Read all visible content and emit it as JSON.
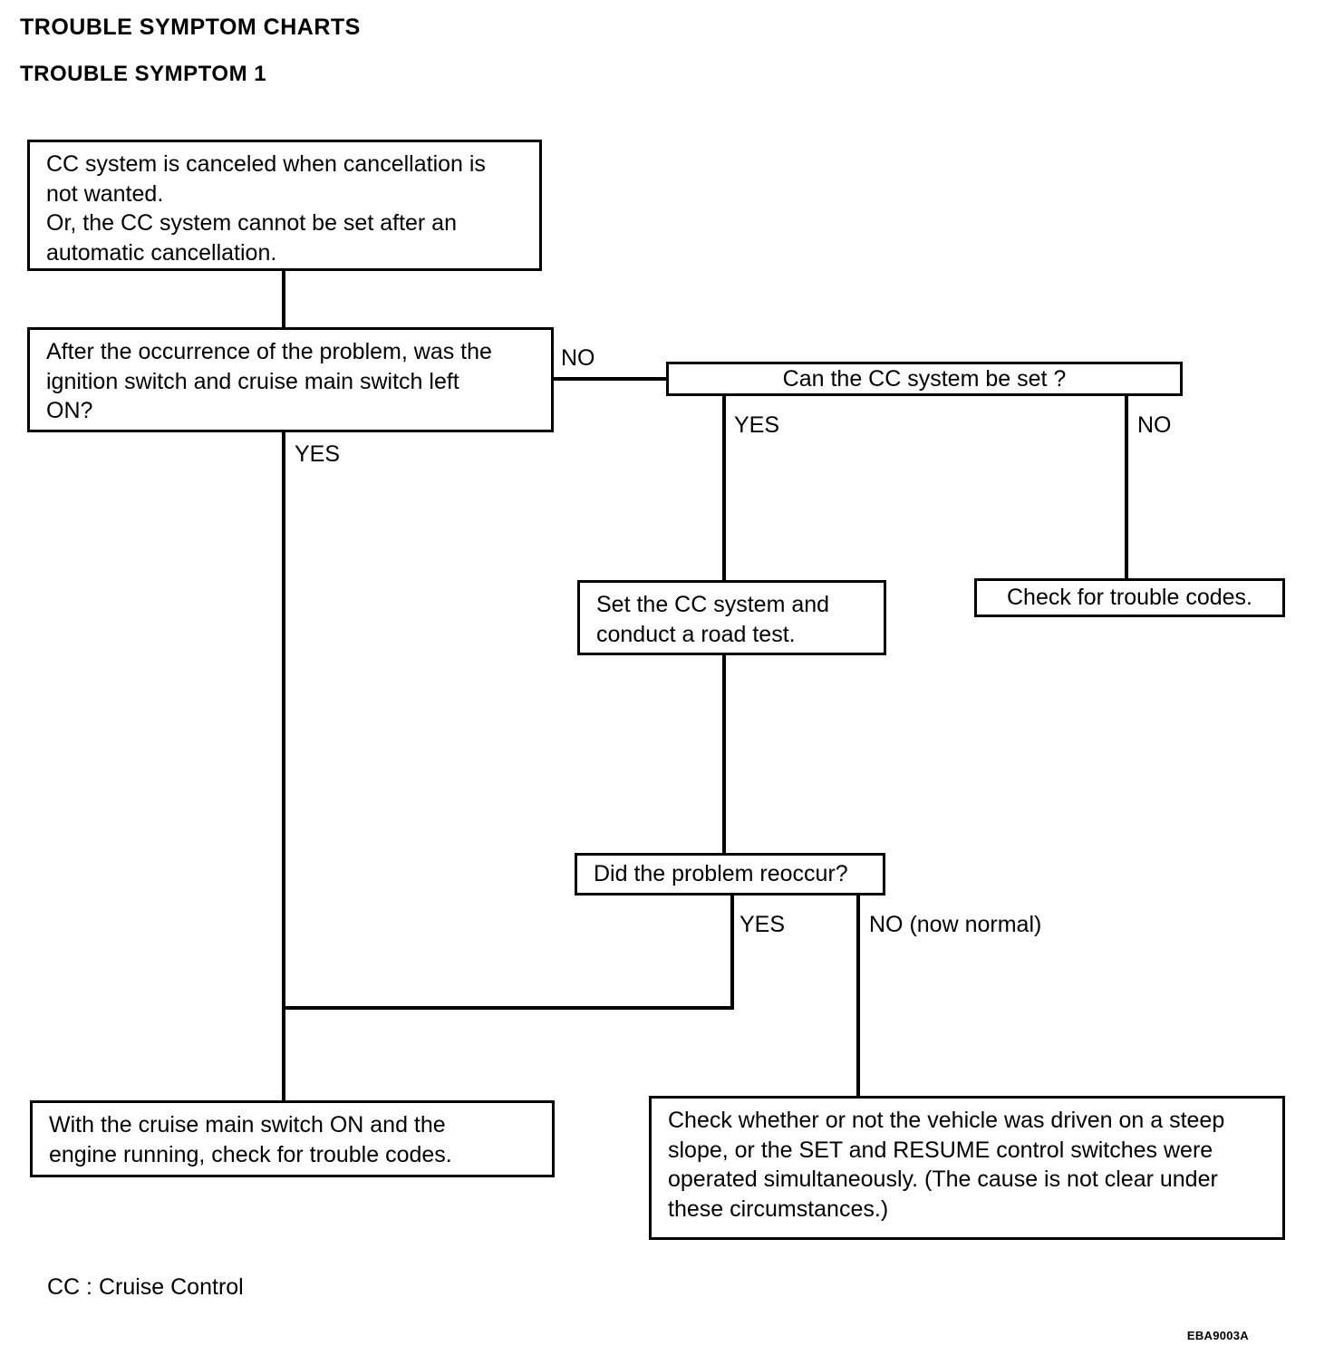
{
  "headings": {
    "chart_title": "TROUBLE SYMPTOM CHARTS",
    "section_title": "TROUBLE SYMPTOM 1"
  },
  "chart_data": {
    "type": "flowchart",
    "title": "TROUBLE SYMPTOM 1",
    "nodes": [
      {
        "id": "symptom",
        "kind": "terminal",
        "text": "CC system is canceled when cancellation is not wanted.\nOr, the CC system cannot be set after an automatic cancellation."
      },
      {
        "id": "q-ignition",
        "kind": "decision",
        "text": "After the occurrence of the problem, was the ignition switch and cruise main switch left ON?"
      },
      {
        "id": "q-can-set",
        "kind": "decision",
        "text": "Can the CC system be set ?"
      },
      {
        "id": "set-and-road-test",
        "kind": "process",
        "text": "Set the CC system and conduct a road test."
      },
      {
        "id": "check-trouble-codes",
        "kind": "process",
        "text": "Check for trouble codes."
      },
      {
        "id": "q-reoccur",
        "kind": "decision",
        "text": "Did the problem reoccur?"
      },
      {
        "id": "cruise-main-switch-on",
        "kind": "process",
        "text": "With the cruise main switch ON and the engine running, check for trouble codes."
      },
      {
        "id": "check-steep-slope",
        "kind": "process",
        "text": "Check whether or not the vehicle was driven on a steep slope, or the SET and RESUME control switches were operated simultaneously. (The cause is not clear under these circumstances.)"
      }
    ],
    "edges": [
      {
        "from": "symptom",
        "to": "q-ignition",
        "label": ""
      },
      {
        "from": "q-ignition",
        "to": "q-can-set",
        "label": "NO"
      },
      {
        "from": "q-ignition",
        "to": "cruise-main-switch-on",
        "label": "YES"
      },
      {
        "from": "q-can-set",
        "to": "set-and-road-test",
        "label": "YES"
      },
      {
        "from": "q-can-set",
        "to": "check-trouble-codes",
        "label": "NO"
      },
      {
        "from": "set-and-road-test",
        "to": "q-reoccur",
        "label": ""
      },
      {
        "from": "q-reoccur",
        "to": "cruise-main-switch-on",
        "label": "YES"
      },
      {
        "from": "q-reoccur",
        "to": "check-steep-slope",
        "label": "NO (now normal)"
      }
    ]
  },
  "boxes": {
    "symptom": {
      "line1": "CC system is canceled when cancellation is",
      "line2": "not wanted.",
      "line3": "Or, the CC system cannot be set after an",
      "line4": "automatic cancellation."
    },
    "q_ignition": {
      "line1": "After the occurrence of the problem, was the",
      "line2": "ignition switch and cruise main switch left",
      "line3": "ON?"
    },
    "q_can_set": {
      "text": "Can the CC system be set ?"
    },
    "set_road_test": {
      "line1": "Set the CC system and",
      "line2": "conduct a road test."
    },
    "check_codes": {
      "text": "Check for trouble codes."
    },
    "q_reoccur": {
      "text": "Did the problem reoccur?"
    },
    "cruise_switch_on": {
      "line1": "With the cruise main switch ON and the",
      "line2": "engine running, check for trouble codes."
    },
    "steep_slope": {
      "line1": "Check whether or not the vehicle was driven on a steep",
      "line2": "slope, or the SET and RESUME control switches were",
      "line3": "operated simultaneously. (The cause is not clear under",
      "line4": "these circumstances.)"
    }
  },
  "branch_labels": {
    "ignition_no": "NO",
    "ignition_yes": "YES",
    "can_set_yes": "YES",
    "can_set_no": "NO",
    "reoccur_yes": "YES",
    "reoccur_no": "NO (now normal)"
  },
  "legend": "CC : Cruise Control",
  "figure_code": "EBA9003A"
}
